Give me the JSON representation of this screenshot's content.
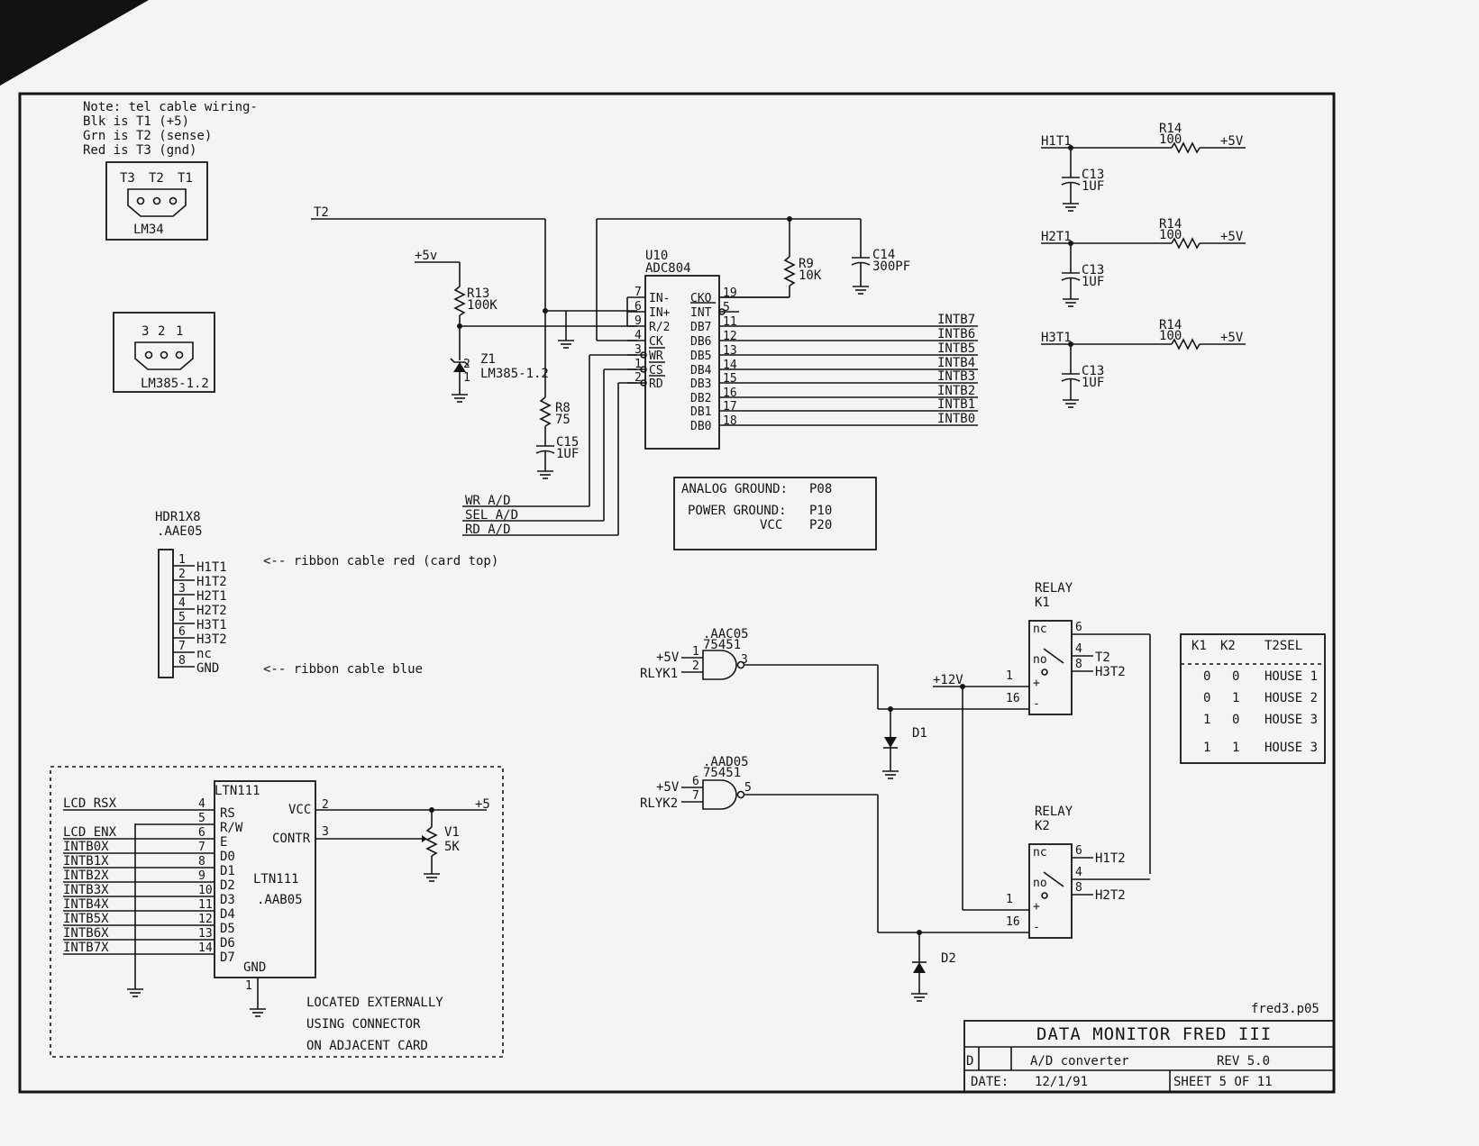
{
  "note": {
    "l1": "Note: tel cable wiring-",
    "l2": "Blk is T1  (+5)",
    "l3": "Grn is T2  (sense)",
    "l4": "Red is T3  (gnd)"
  },
  "lm34": {
    "pins": [
      "T3",
      "T2",
      "T1"
    ],
    "label": "LM34"
  },
  "lm385pkg": {
    "pins": [
      "3",
      "2",
      "1"
    ],
    "label": "LM385-1.2"
  },
  "net": {
    "t2": "T2",
    "plus5v_small": "+5v",
    "wr_ad": "WR A/D",
    "sel_ad": "SEL A/D",
    "rd_ad": "RD A/D",
    "plus12": "+12V",
    "plus5_lcd": "+5"
  },
  "r13": {
    "ref": "R13",
    "val": "100K"
  },
  "z1": {
    "ref": "Z1",
    "val": "LM385-1.2",
    "p2": "2",
    "p1": "1"
  },
  "r8": {
    "ref": "R8",
    "val": "75"
  },
  "c15": {
    "ref": "C15",
    "val": "1UF"
  },
  "r9": {
    "ref": "R9",
    "val": "10K"
  },
  "c14": {
    "ref": "C14",
    "val": "300PF"
  },
  "u10": {
    "ref": "U10",
    "part": "ADC804",
    "left_pins": [
      {
        "num": "7",
        "name": "IN-"
      },
      {
        "num": "6",
        "name": "IN+"
      },
      {
        "num": "9",
        "name": "R/2"
      },
      {
        "num": "4",
        "name": "CK"
      },
      {
        "num": "3",
        "name": "WR"
      },
      {
        "num": "1",
        "name": "CS"
      },
      {
        "num": "2",
        "name": "RD"
      }
    ],
    "right_pins": [
      {
        "num": "19",
        "name": "CKO",
        "net": ""
      },
      {
        "num": "5",
        "name": "INT",
        "net": ""
      },
      {
        "num": "11",
        "name": "DB7",
        "net": "INTB7"
      },
      {
        "num": "12",
        "name": "DB6",
        "net": "INTB6"
      },
      {
        "num": "13",
        "name": "DB5",
        "net": "INTB5"
      },
      {
        "num": "14",
        "name": "DB4",
        "net": "INTB4"
      },
      {
        "num": "15",
        "name": "DB3",
        "net": "INTB3"
      },
      {
        "num": "16",
        "name": "DB2",
        "net": "INTB2"
      },
      {
        "num": "17",
        "name": "DB1",
        "net": "INTB1"
      },
      {
        "num": "18",
        "name": "DB0",
        "net": "INTB0"
      }
    ]
  },
  "ground_box": {
    "analog_label": "ANALOG GROUND:",
    "analog_val": "P08",
    "power_label": "POWER GROUND:",
    "power_val": "P10",
    "vcc_label": "VCC",
    "vcc_val": "P20"
  },
  "sensors": [
    {
      "net": "H1T1",
      "r_ref": "R14",
      "r_val": "100",
      "rail": "+5V",
      "c_ref": "C13",
      "c_val": "1UF"
    },
    {
      "net": "H2T1",
      "r_ref": "R14",
      "r_val": "100",
      "rail": "+5V",
      "c_ref": "C13",
      "c_val": "1UF"
    },
    {
      "net": "H3T1",
      "r_ref": "R14",
      "r_val": "100",
      "rail": "+5V",
      "c_ref": "C13",
      "c_val": "1UF"
    }
  ],
  "header": {
    "ref": "HDR1X8",
    "loc": ".AAE05",
    "pins": [
      {
        "num": "1",
        "net": "H1T1"
      },
      {
        "num": "2",
        "net": "H1T2"
      },
      {
        "num": "3",
        "net": "H2T1"
      },
      {
        "num": "4",
        "net": "H2T2"
      },
      {
        "num": "5",
        "net": "H3T1"
      },
      {
        "num": "6",
        "net": "H3T2"
      },
      {
        "num": "7",
        "net": "nc"
      },
      {
        "num": "8",
        "net": "GND"
      }
    ],
    "note_red": "<-- ribbon cable red (card top)",
    "note_blue": "<-- ribbon cable blue"
  },
  "gate1": {
    "loc": ".AAC05",
    "part": "75451",
    "in_a": "+5V",
    "in_b": "RLYK1",
    "pa": "1",
    "pb": "2",
    "pout": "3"
  },
  "gate2": {
    "loc": ".AAD05",
    "part": "75451",
    "in_a": "+5V",
    "in_b": "RLYK2",
    "pa": "6",
    "pb": "7",
    "pout": "5"
  },
  "d1": "D1",
  "d2": "D2",
  "relay1": {
    "title": "RELAY",
    "ref": "K1",
    "nc": "nc",
    "no": "no",
    "p6": "6",
    "p4": "4",
    "p8": "8",
    "p1": "1",
    "p16": "16",
    "net4": "T2",
    "net8": "H3T2",
    "plus": "+",
    "minus": "-"
  },
  "relay2": {
    "title": "RELAY",
    "ref": "K2",
    "nc": "nc",
    "no": "no",
    "p6": "6",
    "p4": "4",
    "p8": "8",
    "p1": "1",
    "p16": "16",
    "net6": "H1T2",
    "net8": "H2T2",
    "plus": "+",
    "minus": "-"
  },
  "truth_table": {
    "headers": [
      "K1",
      "K2",
      "T2SEL"
    ],
    "rows": [
      [
        "0",
        "0",
        "HOUSE 1"
      ],
      [
        "0",
        "1",
        "HOUSE 2"
      ],
      [
        "1",
        "0",
        "HOUSE 3"
      ],
      [
        "1",
        "1",
        "HOUSE 3"
      ]
    ]
  },
  "lcd": {
    "ref": "LTN111",
    "ref2": "LTN111",
    "loc": ".AAB05",
    "inputs": [
      {
        "net": "LCD RSX",
        "num": "4",
        "pin": "RS"
      },
      {
        "net": "",
        "num": "5",
        "pin": "R/W"
      },
      {
        "net": "LCD ENX",
        "num": "6",
        "pin": "E"
      },
      {
        "net": "INTB0X",
        "num": "7",
        "pin": "D0"
      },
      {
        "net": "INTB1X",
        "num": "8",
        "pin": "D1"
      },
      {
        "net": "INTB2X",
        "num": "9",
        "pin": "D2"
      },
      {
        "net": "INTB3X",
        "num": "10",
        "pin": "D3"
      },
      {
        "net": "INTB4X",
        "num": "11",
        "pin": "D4"
      },
      {
        "net": "INTB5X",
        "num": "12",
        "pin": "D5"
      },
      {
        "net": "INTB6X",
        "num": "13",
        "pin": "D6"
      },
      {
        "net": "INTB7X",
        "num": "14",
        "pin": "D7"
      }
    ],
    "vcc": "VCC",
    "vcc_num": "2",
    "contr": "CONTR",
    "contr_num": "3",
    "gnd": "GND",
    "gnd_num": "1",
    "pot_ref": "V1",
    "pot_val": "5K",
    "note": [
      "LOCATED EXTERNALLY",
      "USING CONNECTOR",
      "ON ADJACENT CARD"
    ]
  },
  "title_block": {
    "file": "fred3.p05",
    "title": "DATA MONITOR FRED III",
    "size": "D",
    "subtitle": "A/D converter",
    "rev": "REV 5.0",
    "date_label": "DATE:",
    "date": "12/1/91",
    "sheet": "SHEET 5  OF  11"
  }
}
